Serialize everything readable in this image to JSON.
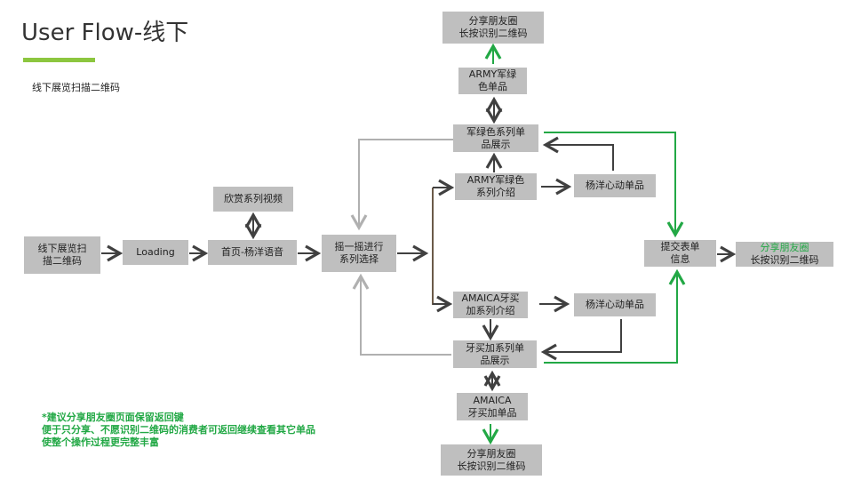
{
  "header": {
    "title": "User Flow-线下",
    "subtitle": "线下展览扫描二维码"
  },
  "nodes": {
    "scan": "线下展览扫\n描二维码",
    "loading": "Loading",
    "home": "首页-杨洋语音",
    "video": "欣赏系列视频",
    "shake": "摇一摇进行\n系列选择",
    "army_intro": "ARMY军绿色\n系列介绍",
    "army_display": "军绿色系列单\n品展示",
    "army_item": "ARMY军绿\n色单品",
    "share_top": "分享朋友圈\n长按识别二维码",
    "heart_top": "杨洋心动单品",
    "amaica_intro": "AMAICA牙买\n加系列介绍",
    "amaica_display": "牙买加系列单\n品展示",
    "amaica_item": "AMAICA\n牙买加单品",
    "share_bottom": "分享朋友圈\n长按识别二维码",
    "heart_bottom": "杨洋心动单品",
    "submit": "提交表单\n信息",
    "share_right_1": "分享朋友圈",
    "share_right_2": "长按识别二维码"
  },
  "note": "*建议分享朋友圈页面保留返回键\n便于只分享、不愿识别二维码的消费者可返回继续查看其它单品\n使整个操作过程更完整丰富",
  "colors": {
    "accent": "#8cc63f",
    "green": "#22a845",
    "box": "#bfbfbf",
    "dark": "#404040",
    "light": "#b0b0b0",
    "brown": "#6b5a48"
  }
}
